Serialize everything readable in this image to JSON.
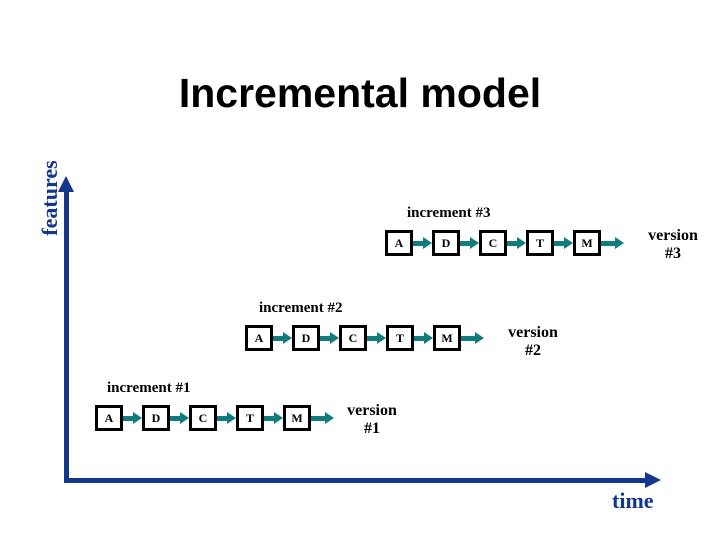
{
  "title": "Incremental model",
  "axes": {
    "y_label": "features",
    "x_label": "time",
    "axis_color": "#12378C"
  },
  "colors": {
    "arrow_teal": "#127C7C",
    "box_border": "#000000",
    "axis_blue": "#12378C",
    "text_black": "#000000",
    "background": "#ffffff"
  },
  "phase_legend": {
    "A": "A",
    "D": "D",
    "C": "C",
    "T": "T",
    "M": "M"
  },
  "increments": [
    {
      "label": "increment #3",
      "version": "version",
      "version_number": "#3",
      "phases": [
        "A",
        "D",
        "C",
        "T",
        "M"
      ]
    },
    {
      "label": "increment #2",
      "version": "version",
      "version_number": "#2",
      "phases": [
        "A",
        "D",
        "C",
        "T",
        "M"
      ]
    },
    {
      "label": "increment #1",
      "version": "version",
      "version_number": "#1",
      "phases": [
        "A",
        "D",
        "C",
        "T",
        "M"
      ]
    }
  ]
}
